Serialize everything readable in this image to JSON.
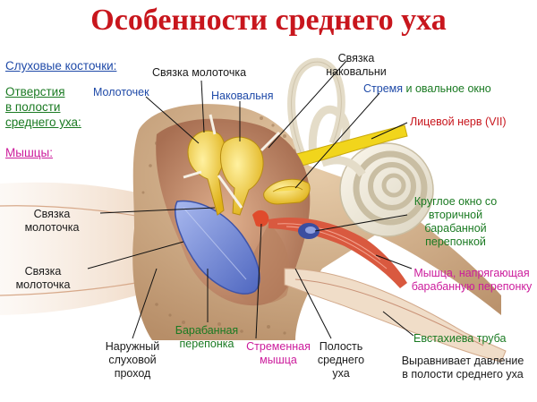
{
  "title": "Особенности среднего уха",
  "colors": {
    "title": "#c8161d",
    "blue": "#1f4aa8",
    "green": "#1a7a22",
    "magenta": "#cc1c9c",
    "red": "#c8161d",
    "ossicle": "#f2cf38",
    "bone": "#d9b893",
    "cavity": "#c79270",
    "membrane": "#6e86d6"
  },
  "legend": {
    "ossicles": "Слуховые косточки:",
    "openings": [
      "Отверстия",
      "в полости",
      "среднего уха:"
    ],
    "muscles": "Мышцы:"
  },
  "labels": {
    "malleus_ligament_top": "Связка молоточка",
    "incus_ligament": [
      "Связка",
      "наковальни"
    ],
    "malleus": "Молоточек",
    "incus": "Наковальня",
    "stapes": "Стремя",
    "oval_window": " и овальное окно",
    "facial_nerve": "Лицевой нерв (VII)",
    "malleus_ligament_left1": [
      "Связка",
      "молоточка"
    ],
    "malleus_ligament_left2": [
      "Связка",
      "молоточка"
    ],
    "round_window": [
      "Круглое окно со",
      "вторичной",
      "барабанной",
      "перепонкой"
    ],
    "tensor_tympani": [
      "Мышца, напрягающая",
      "барабанную перепонку"
    ],
    "eustachian_tube": "Евстахиева труба",
    "pressure": [
      "Выравнивает давление",
      "в полости среднего уха"
    ],
    "ext_canal": [
      "Наружный",
      "слуховой",
      "проход"
    ],
    "eardrum": [
      "Барабанная",
      "перепонка"
    ],
    "stapedius": [
      "Стременная",
      "мышца"
    ],
    "cavity": [
      "Полость",
      "среднего",
      "уха"
    ]
  }
}
